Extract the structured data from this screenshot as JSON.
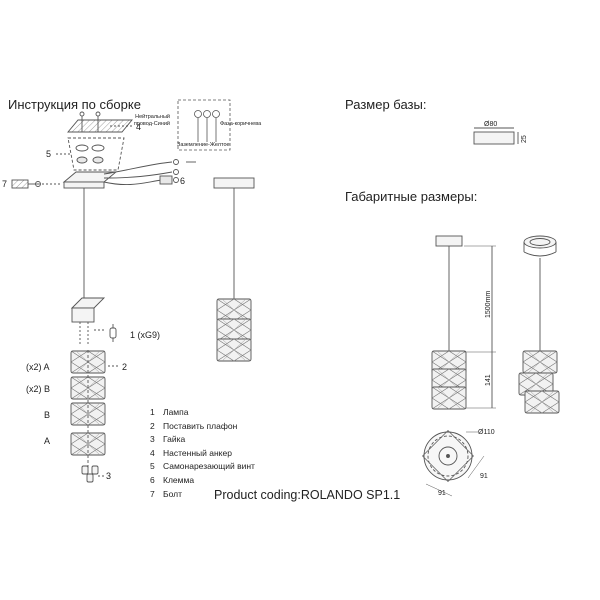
{
  "headings": {
    "assembly": "Инструкция по сборке",
    "base_size": "Размер базы:",
    "overall_size": "Габаритные размеры:"
  },
  "wiring": {
    "neutral_line1": "Нейтральный",
    "neutral_line2": "провод-Синий",
    "phase": "Фаза-коричнева",
    "ground": "Заземление-Желтое"
  },
  "callouts": {
    "c4": "4",
    "c5": "5",
    "c6": "6",
    "c7": "7",
    "c1": "1 (xG9)",
    "c2": "2",
    "c3": "3",
    "shade_a_top": "(x2) A",
    "shade_b_top": "(x2) B",
    "shade_b": "B",
    "shade_a": "A"
  },
  "legend": [
    {
      "num": "1",
      "text": "Лампа"
    },
    {
      "num": "2",
      "text": "Поставить плафон"
    },
    {
      "num": "3",
      "text": "Гайка"
    },
    {
      "num": "4",
      "text": "Настенный анкер"
    },
    {
      "num": "5",
      "text": "Самонарезающий винт"
    },
    {
      "num": "6",
      "text": "Клемма"
    },
    {
      "num": "7",
      "text": "Болт"
    }
  ],
  "product_coding": "Product coding:ROLANDO SP1.1",
  "dimensions": {
    "base_diameter": "Ø80",
    "base_height": "25",
    "cord_length": "1500mm",
    "body_height": "141",
    "top_diameter": "Ø110",
    "width_1": "91",
    "width_2": "91"
  },
  "colors": {
    "line": "#555555",
    "text": "#222222",
    "shade_fill": "#f2f2f2"
  }
}
